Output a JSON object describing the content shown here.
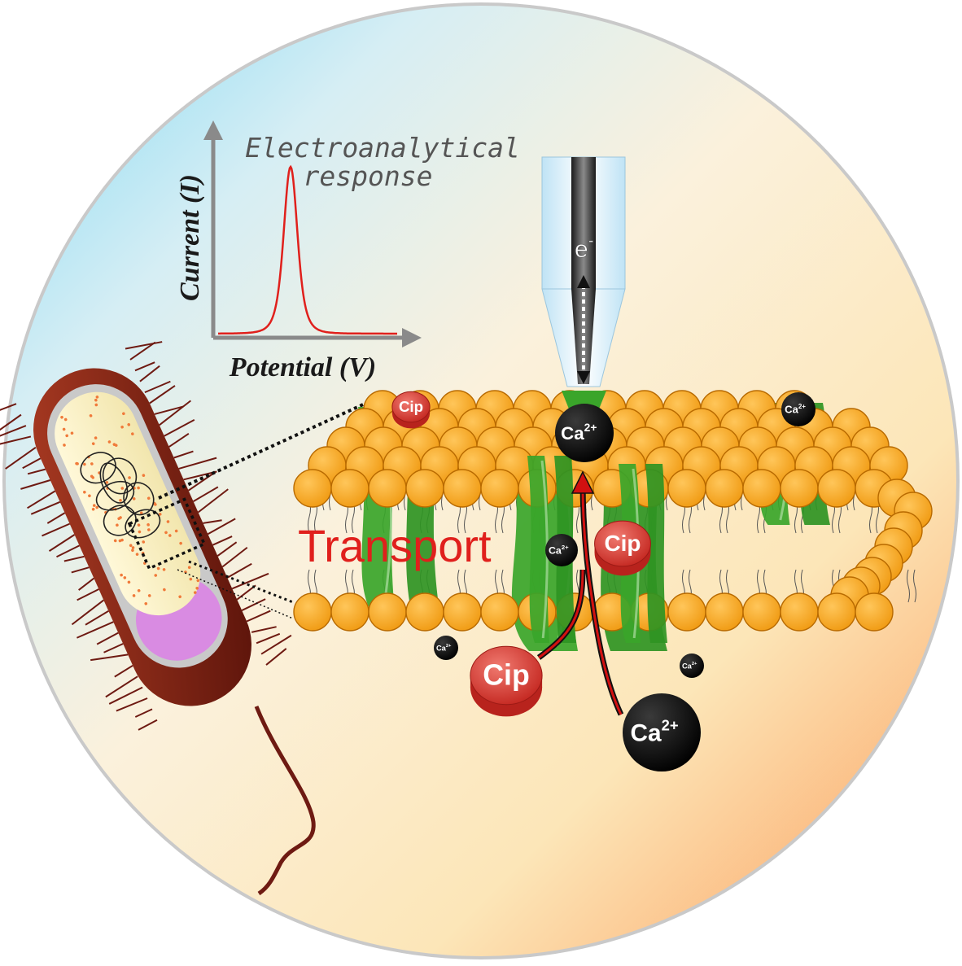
{
  "plot": {
    "title_line1": "Electroanalytical",
    "title_line2": "response",
    "y_axis_label": "Current (I)",
    "x_axis_label": "Potential (V)"
  },
  "electrode": {
    "electron_label": "e",
    "electron_charge": "-"
  },
  "membrane": {
    "transport_label": "Transport"
  },
  "species": {
    "cip": "Cip",
    "ca_base": "Ca",
    "ca_charge": "2+"
  },
  "colors": {
    "lipid_head": "#f7a21b",
    "lipid_stroke": "#b86a00",
    "channel_green": "#3aa52a",
    "arrow_red": "#d21010",
    "peak_red": "#e0201c",
    "axis_gray": "#8a8a8a",
    "cip_red": "#d6352f",
    "ca_black": "#0a0a0a",
    "bacterium_body": "#7a1e12",
    "pole_purple": "#d98be2"
  }
}
